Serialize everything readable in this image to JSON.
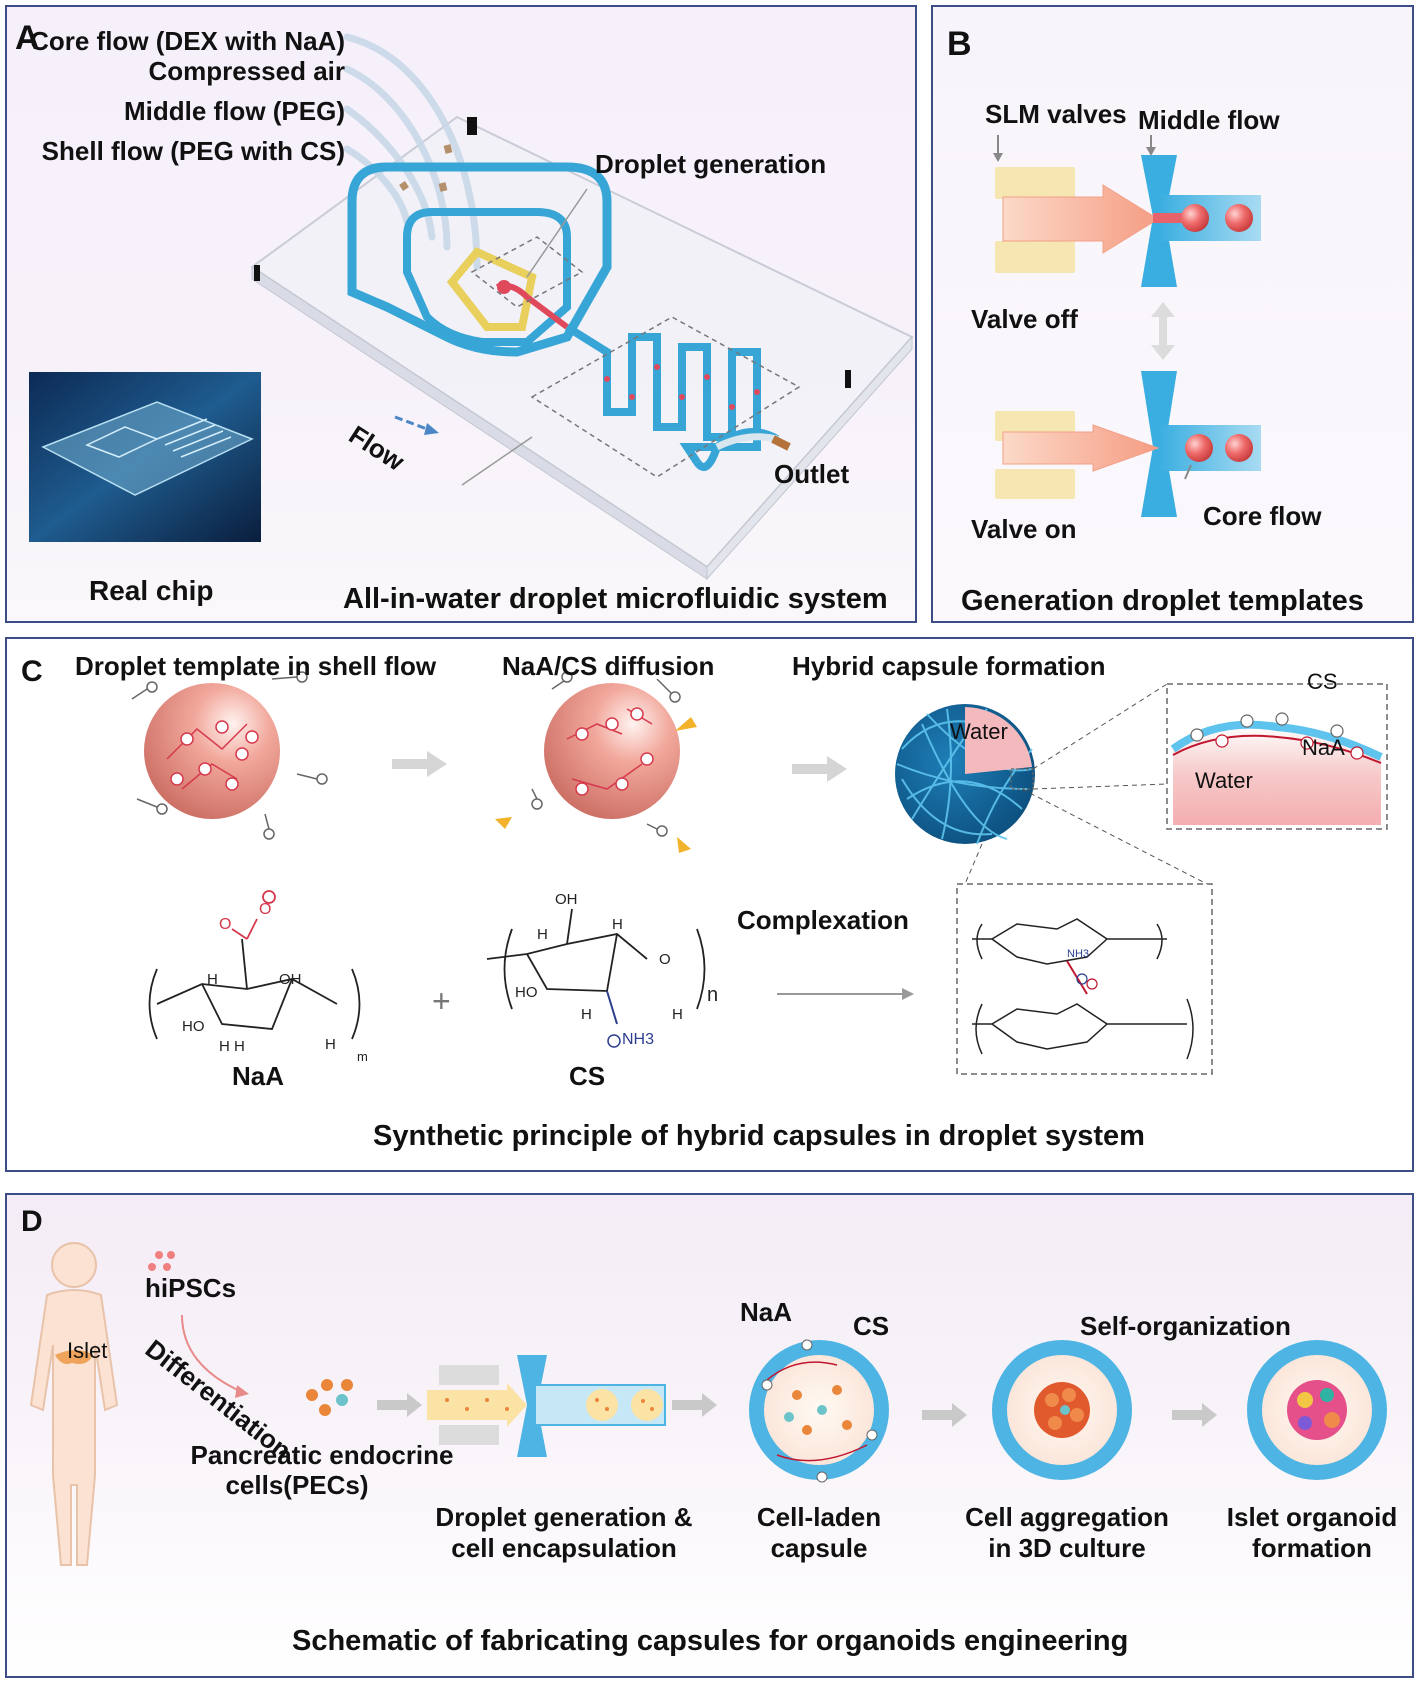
{
  "panel_a": {
    "letter": "A",
    "inlets": [
      "Core flow (DEX with NaA)",
      "Compressed air",
      "Middle flow (PEG)",
      "Shell flow (PEG with CS)"
    ],
    "droplet_generation": "Droplet generation",
    "flow": "Flow",
    "outlet": "Outlet",
    "real_chip": "Real chip",
    "caption": "All-in-water droplet microfluidic system"
  },
  "panel_b": {
    "letter": "B",
    "slm_valves": "SLM valves",
    "middle_flow": "Middle flow",
    "valve_off": "Valve off",
    "valve_on": "Valve on",
    "core_flow": "Core flow",
    "caption": "Generation droplet templates"
  },
  "panel_c": {
    "letter": "C",
    "step1": "Droplet template in shell flow",
    "step2": "NaA/CS diffusion",
    "step3": "Hybrid capsule formation",
    "water_capsule": "Water",
    "zoom_cs": "CS",
    "zoom_naa": "NaA",
    "zoom_water": "Water",
    "complexation": "Complexation",
    "naa": "NaA",
    "cs": "CS",
    "plus": "+",
    "caption": "Synthetic principle of hybrid capsules in droplet system"
  },
  "panel_d": {
    "letter": "D",
    "islet": "Islet",
    "hipscs": "hiPSCs",
    "differentiation": "Differentiation",
    "pecs_line1": "Pancreatic endocrine",
    "pecs_line2": "cells(PECs)",
    "naa": "NaA",
    "cs": "CS",
    "self_organization": "Self-organization",
    "step1_line1": "Droplet generation &",
    "step1_line2": "cell encapsulation",
    "step2_line1": "Cell-laden",
    "step2_line2": "capsule",
    "step3_line1": "Cell aggregation",
    "step3_line2": "in 3D culture",
    "step4_line1": "Islet organoid",
    "step4_line2": "formation",
    "caption": "Schematic of fabricating capsules for organoids engineering"
  }
}
